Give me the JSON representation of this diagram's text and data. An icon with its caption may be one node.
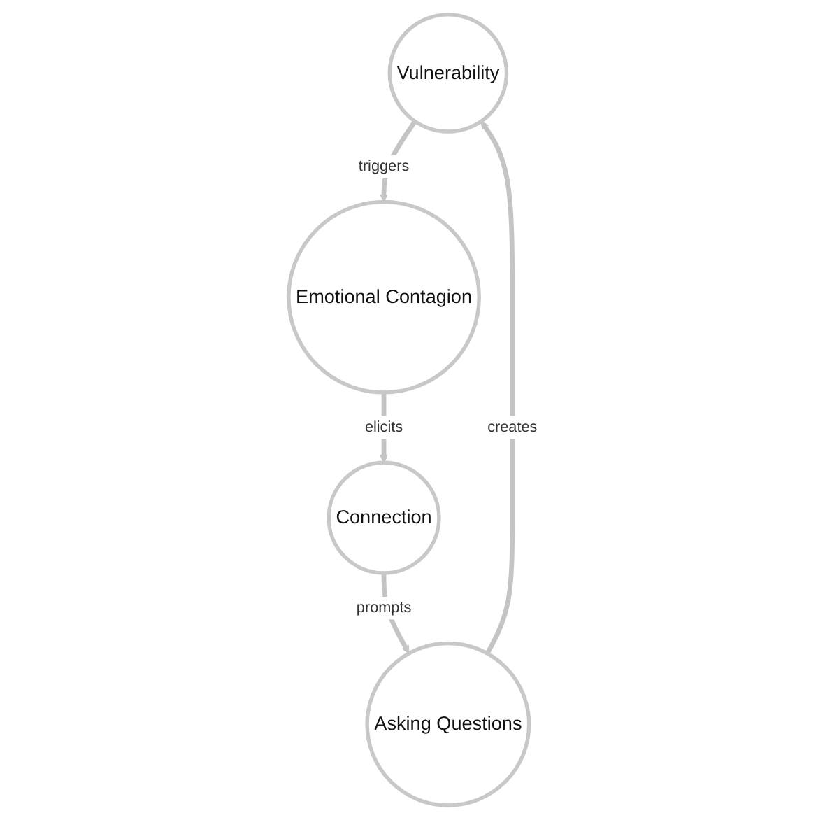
{
  "diagram": {
    "nodes": [
      {
        "text": [
          "Vulnerability"
        ]
      },
      {
        "text": [
          "Emotional Contagion"
        ]
      },
      {
        "text": [
          "Connection"
        ]
      },
      {
        "text": [
          "Asking Questions"
        ]
      }
    ],
    "edges": [
      {
        "from": 0,
        "to": 1,
        "arrow": "to",
        "label": "triggers"
      },
      {
        "from": 1,
        "to": 2,
        "arrow": "to",
        "label": "elicits"
      },
      {
        "from": 2,
        "to": 3,
        "arrow": "to",
        "label": "prompts"
      },
      {
        "from": 3,
        "to": 0,
        "arrow": "to",
        "label": "creates"
      }
    ]
  }
}
